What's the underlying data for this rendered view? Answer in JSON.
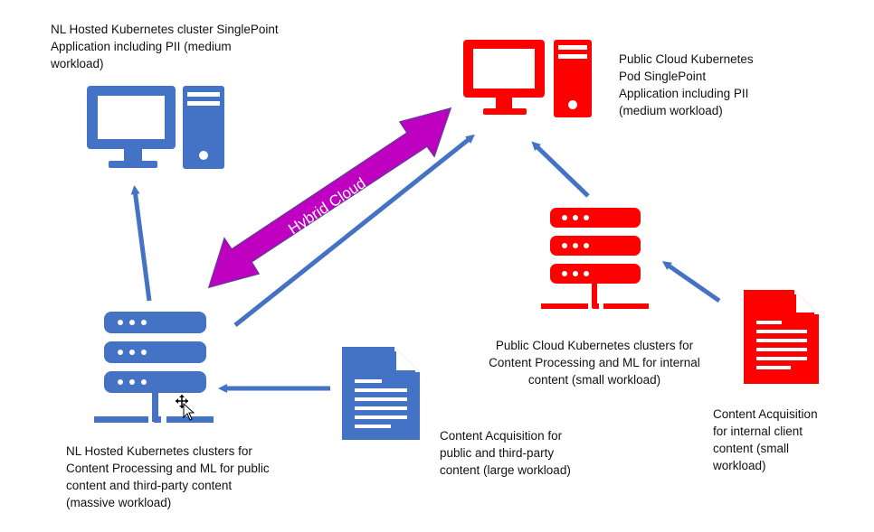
{
  "labels": {
    "nl_app": "NL Hosted Kubernetes cluster SinglePoint\nApplication including PII (medium\nworkload)",
    "public_app": "Public Cloud Kubernetes\nPod SinglePoint\nApplication including PII\n(medium workload)",
    "hybrid": "Hybrid Cloud",
    "public_clusters": "Public Cloud Kubernetes clusters for\nContent Processing and ML for internal\ncontent (small workload)",
    "nl_clusters": "NL Hosted Kubernetes clusters for\nContent Processing and ML for public\ncontent and third-party content\n(massive workload)",
    "acq_public": "Content Acquisition for\npublic and third-party\ncontent (large workload)",
    "acq_internal": "Content Acquisition\nfor internal client\ncontent (small\nworkload)"
  },
  "colors": {
    "blue": "#4472c4",
    "red": "#ff0000",
    "purple": "#c000c0",
    "purple_border": "#7030a0"
  },
  "icons": [
    "computer-icon",
    "server-icon",
    "document-icon",
    "cursor-icon"
  ]
}
